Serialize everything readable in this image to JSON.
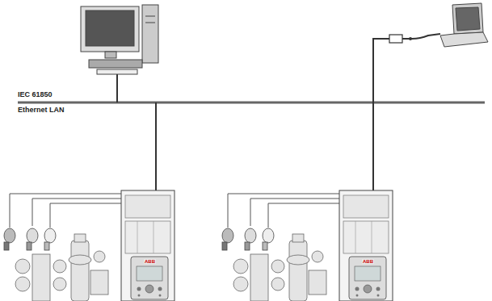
{
  "diagram": {
    "labels": [
      "IEC 61850",
      "Ethernet LAN",
      "ABB",
      "ABB"
    ]
  }
}
